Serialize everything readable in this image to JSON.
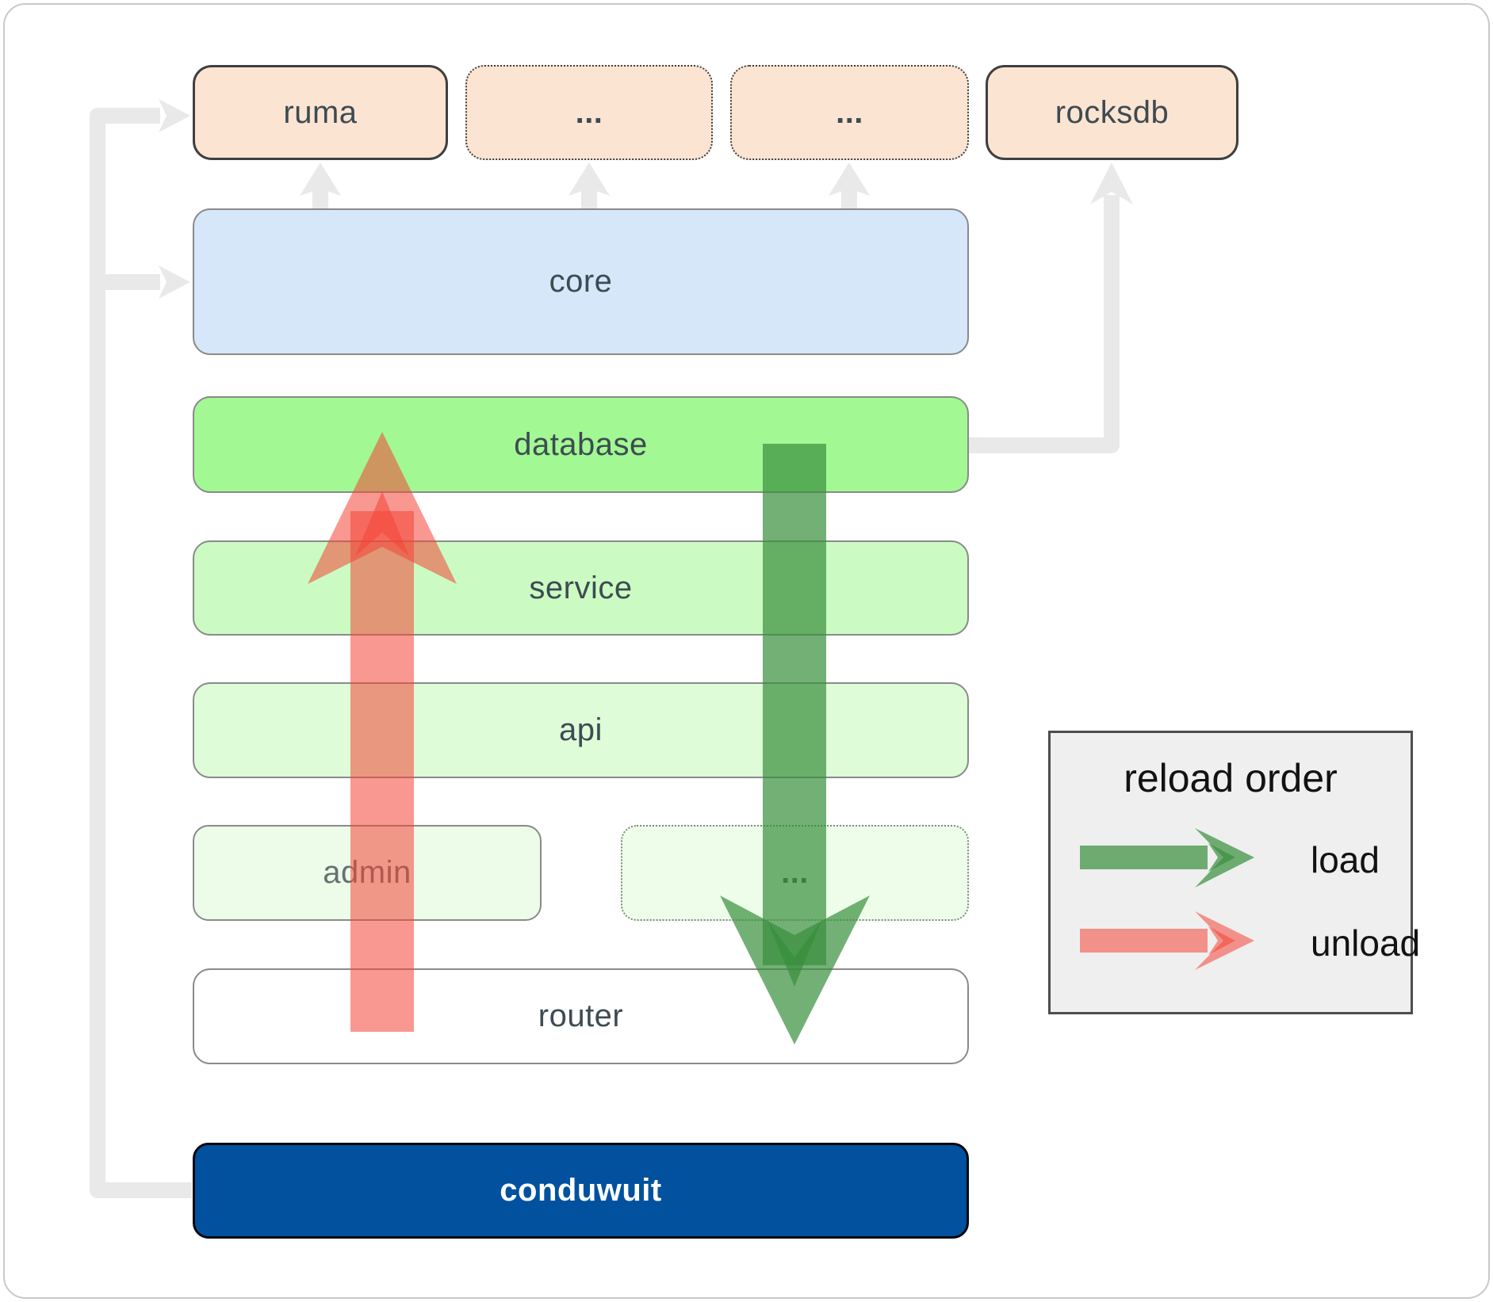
{
  "nodes": {
    "ruma": {
      "label": "ruma"
    },
    "dots1": {
      "label": "..."
    },
    "dots2": {
      "label": "..."
    },
    "rocksdb": {
      "label": "rocksdb"
    },
    "core": {
      "label": "core"
    },
    "database": {
      "label": "database"
    },
    "service": {
      "label": "service"
    },
    "api": {
      "label": "api"
    },
    "admin": {
      "label": "admin"
    },
    "dots3": {
      "label": "..."
    },
    "router": {
      "label": "router"
    },
    "conduwuit": {
      "label": "conduwuit"
    }
  },
  "legend": {
    "title": "reload order",
    "items": [
      {
        "label": "load",
        "color": "#388e3c"
      },
      {
        "label": "unload",
        "color": "#f44336"
      }
    ]
  },
  "colors": {
    "load_arrow": "#388e3c",
    "unload_arrow": "#f44336",
    "connector": "#e9e9e9",
    "peach_fill": "#fce4d2",
    "core_fill": "#d5e7f9",
    "database_fill": "#a2f893",
    "service_fill": "#cbfbc3",
    "api_fill": "#defcd8",
    "admin_fill": "#ecfce9",
    "conduwuit_fill": "#02519e",
    "legend_bg": "#efefef"
  }
}
